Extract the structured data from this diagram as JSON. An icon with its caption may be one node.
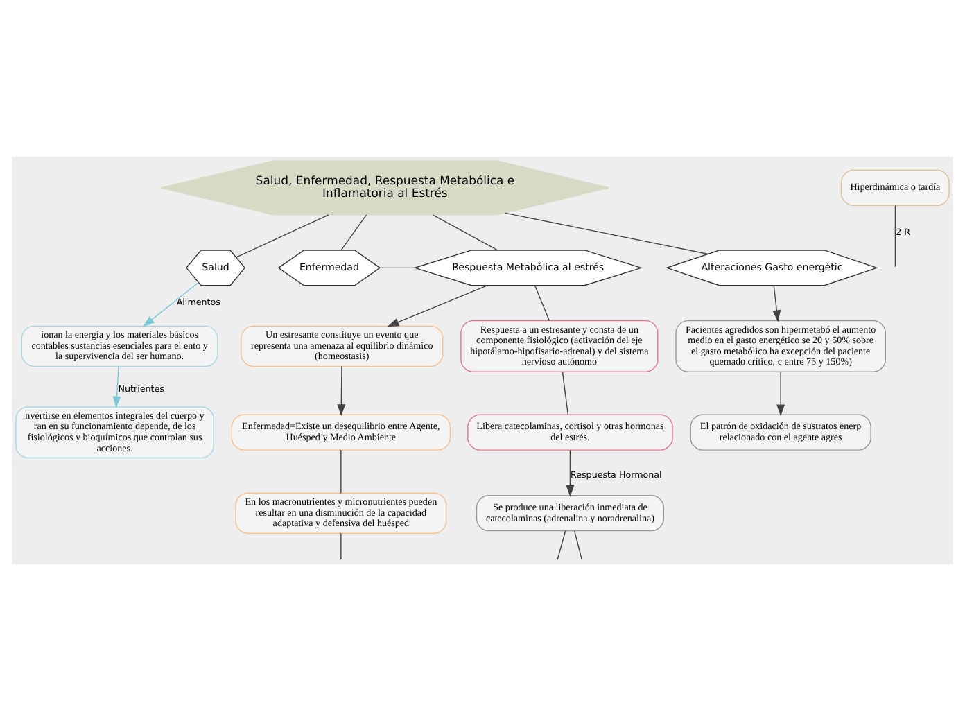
{
  "diagram": {
    "nodes": [
      {
        "text": [
          "Salud, Enfermedad, Respuesta Metabólica e Inflamatoria al Estrés"
        ]
      },
      {
        "text": [
          "Salud"
        ]
      },
      {
        "text": [
          "Enfermedad"
        ]
      },
      {
        "text": [
          "Respuesta Metabólica al estrés"
        ]
      },
      {
        "text": [
          "Alteraciones Gasto energétic"
        ]
      },
      {
        "text": [
          "ionan la energía y los materiales básicos contables sustancias esenciales para el ento y la supervivencia del ser humano."
        ]
      },
      {
        "text": [
          "nvertirse en elementos integrales del cuerpo y ran en su funcionamiento depende, de los fisiológicos y bioquímicos que controlan sus acciones."
        ]
      },
      {
        "text": [
          "Un estresante constituye un evento que representa una amenaza al equilibrio dinámico (homeostasis)"
        ]
      },
      {
        "text": [
          "Enfermedad=Existe un desequilibrio entre Agente, Huésped y Medio Ambiente"
        ]
      },
      {
        "text": [
          "En los macronutrientes y micronutrientes pueden resultar en una disminución de la capacidad adaptativa y defensiva del huésped"
        ]
      },
      {
        "text": [
          "Respuesta a un estresante y consta de un componente fisiológico (activación del eje hipotálamo-hipofisario-adrenal) y del sistema nervioso autónomo"
        ]
      },
      {
        "text": [
          "Libera catecolaminas, cortisol y otras hormonas del estrés."
        ]
      },
      {
        "text": [
          "Se produce una liberación inmediata de catecolaminas (adrenalina y noradrenalina)"
        ]
      },
      {
        "text": [
          "Pacientes agredidos son hipermetabó el aumento medio en el gasto energético se 20 y 50% sobre el gasto metabólico ha excepción del paciente quemado crítico, c entre 75 y 150%)"
        ]
      },
      {
        "text": [
          "El patrón de oxidación de sustratos enerp relacionado con el agente agres"
        ]
      },
      {
        "text": [
          "Hiperdinámica o tardía"
        ]
      }
    ],
    "edges": [
      {
        "from": 0,
        "to": 1,
        "arrow": "none"
      },
      {
        "from": 0,
        "to": 2,
        "arrow": "none"
      },
      {
        "from": 0,
        "to": 3,
        "arrow": "none"
      },
      {
        "from": 0,
        "to": 4,
        "arrow": "none"
      },
      {
        "from": 2,
        "to": 3,
        "arrow": "none"
      },
      {
        "from": 1,
        "to": 5,
        "arrow": "to",
        "label": "Alimentos",
        "color": "#7ec8d8"
      },
      {
        "from": 5,
        "to": 6,
        "arrow": "to",
        "label": "Nutrientes",
        "color": "#7ec8d8"
      },
      {
        "from": 3,
        "to": 7,
        "arrow": "to"
      },
      {
        "from": 7,
        "to": 8,
        "arrow": "to"
      },
      {
        "from": 8,
        "to": 9,
        "arrow": "none"
      },
      {
        "from": 9,
        "to": null,
        "arrow": "none"
      },
      {
        "from": 3,
        "to": 10,
        "arrow": "none"
      },
      {
        "from": 10,
        "to": 11,
        "arrow": "none"
      },
      {
        "from": 11,
        "to": 12,
        "arrow": "to",
        "label": "Respuesta Hormonal"
      },
      {
        "from": 12,
        "to": null,
        "arrow": "none"
      },
      {
        "from": 12,
        "to": null,
        "arrow": "none"
      },
      {
        "from": 4,
        "to": 13,
        "arrow": "to"
      },
      {
        "from": 13,
        "to": 14,
        "arrow": "to"
      },
      {
        "from": 15,
        "to": null,
        "arrow": "none",
        "label": "2 R"
      }
    ]
  }
}
